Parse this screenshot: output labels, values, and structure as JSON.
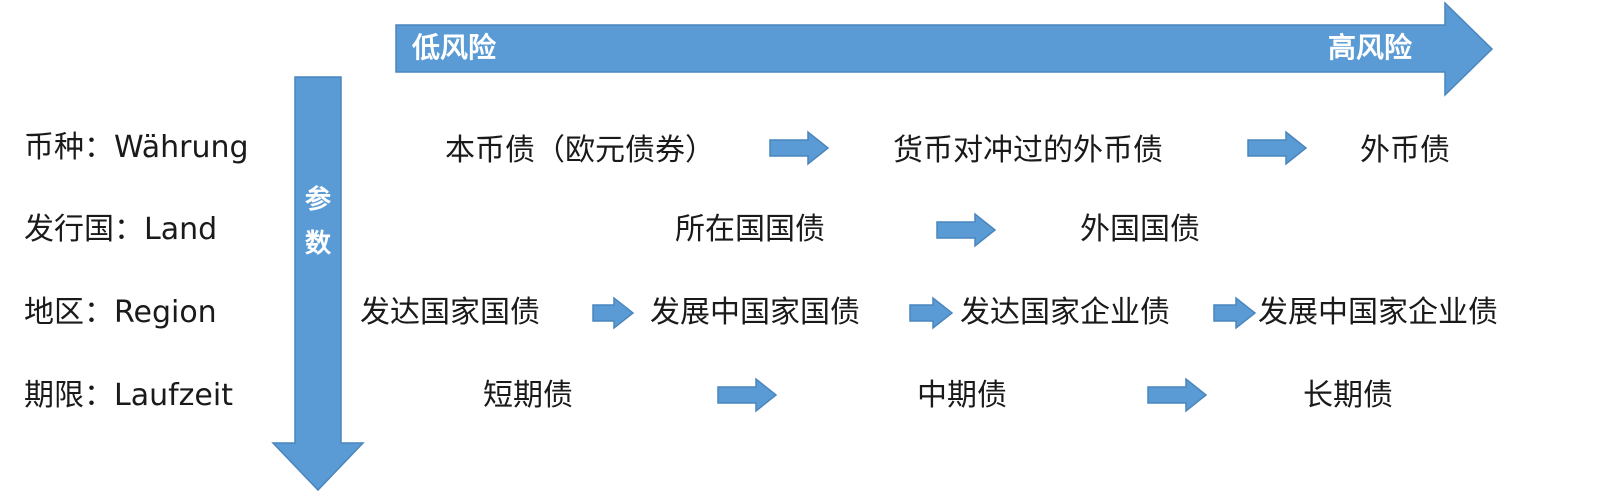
{
  "risk_axis": {
    "low": "低风险",
    "high": "高风险",
    "color": "#5b9bd5"
  },
  "param_axis": {
    "label_line1": "参",
    "label_line2": "数",
    "color": "#5b9bd5"
  },
  "rows": [
    {
      "label": "币种：Währung",
      "items": [
        "本币债（欧元债券）",
        "货币对冲过的外币债",
        "外币债"
      ]
    },
    {
      "label": "发行国：Land",
      "items": [
        "所在国国债",
        "外国国债"
      ]
    },
    {
      "label": "地区：Region",
      "items": [
        "发达国家国债",
        "发展中国家国债",
        "发达国家企业债",
        "发展中国家企业债"
      ]
    },
    {
      "label": "期限：Laufzeit",
      "items": [
        "短期债",
        "中期债",
        "长期债"
      ]
    }
  ]
}
